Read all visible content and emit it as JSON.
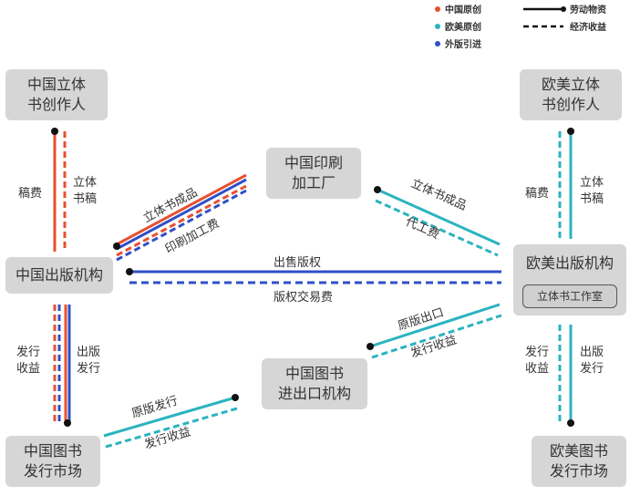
{
  "colors": {
    "china_original": "#e8502f",
    "western_original": "#2bb3bf",
    "foreign_import": "#2f4fc8",
    "node_bg": "#d6d6d6",
    "line_black": "#111111"
  },
  "legend": {
    "china_original": "中国原创",
    "western_original": "欧美原创",
    "foreign_import": "外版引进",
    "labor_goods": "劳动物资",
    "economic_income": "经济收益"
  },
  "nodes": {
    "cn_creator": [
      "中国立体",
      "书创作人"
    ],
    "west_creator": [
      "欧美立体",
      "书创作人"
    ],
    "printer": [
      "中国印刷",
      "加工厂"
    ],
    "cn_publisher": "中国出版机构",
    "west_publisher": "欧美出版机构",
    "studio": "立体书工作室",
    "import_export": [
      "中国图书",
      "进出口机构"
    ],
    "cn_market": [
      "中国图书",
      "发行市场"
    ],
    "west_market": [
      "欧美图书",
      "发行市场"
    ]
  },
  "edges": {
    "cn_left_fee": "稿费",
    "cn_right_manuscript": [
      "立体",
      "书稿"
    ],
    "west_left_fee": "稿费",
    "west_right_manuscript": [
      "立体",
      "书稿"
    ],
    "cn_printer_top": "立体书成品",
    "cn_printer_bottom": "印刷加工费",
    "printer_west_top": "立体书成品",
    "printer_west_bottom": "代工费",
    "rights_top": "出售版权",
    "rights_bottom": "版权交易费",
    "cn_bottom_left": [
      "发行",
      "收益"
    ],
    "cn_bottom_right": [
      "出版",
      "发行"
    ],
    "west_bottom_left": [
      "发行",
      "收益"
    ],
    "west_bottom_right": [
      "出版",
      "发行"
    ],
    "export_top": "原版出口",
    "export_bottom": "发行收益",
    "import_top": "原版发行",
    "import_bottom": "发行收益"
  }
}
